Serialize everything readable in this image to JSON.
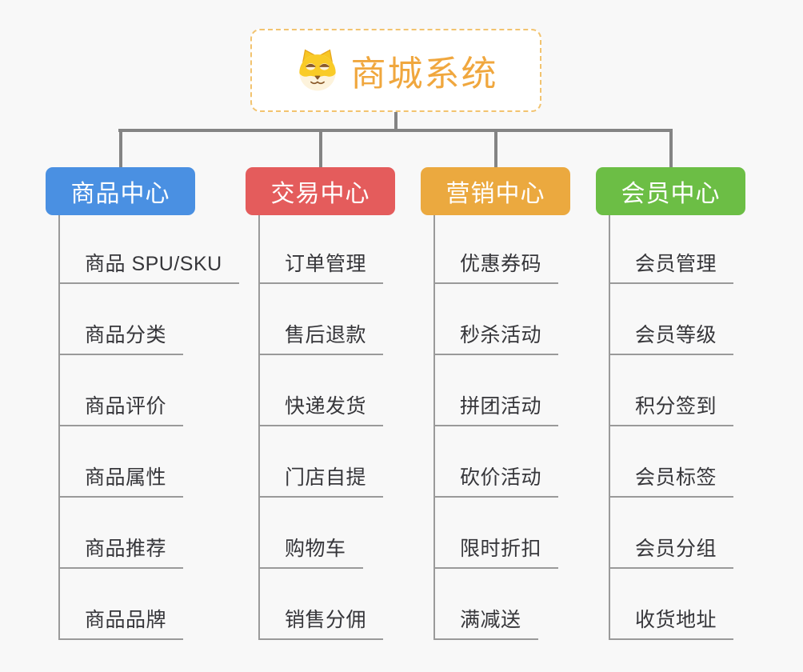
{
  "root": {
    "label": "商城系统",
    "icon": "doge-face-icon"
  },
  "branches": [
    {
      "id": "product-center",
      "label": "商品中心",
      "color": "#4a90e2",
      "children": [
        "商品 SPU/SKU",
        "商品分类",
        "商品评价",
        "商品属性",
        "商品推荐",
        "商品品牌"
      ]
    },
    {
      "id": "trade-center",
      "label": "交易中心",
      "color": "#e45c5c",
      "children": [
        "订单管理",
        "售后退款",
        "快递发货",
        "门店自提",
        "购物车",
        "销售分佣"
      ]
    },
    {
      "id": "marketing-center",
      "label": "营销中心",
      "color": "#eba93f",
      "children": [
        "优惠券码",
        "秒杀活动",
        "拼团活动",
        "砍价活动",
        "限时折扣",
        "满减送"
      ]
    },
    {
      "id": "member-center",
      "label": "会员中心",
      "color": "#6cbe45",
      "children": [
        "会员管理",
        "会员等级",
        "积分签到",
        "会员标签",
        "会员分组",
        "收货地址"
      ]
    }
  ],
  "colors": {
    "background": "#f8f8f8",
    "connector": "#848484",
    "sub_line": "#9a9a9a",
    "leaf_text": "#36363a",
    "root_text": "#f0a73e",
    "root_border": "#f2c36f",
    "root_background": "#ffffff"
  }
}
